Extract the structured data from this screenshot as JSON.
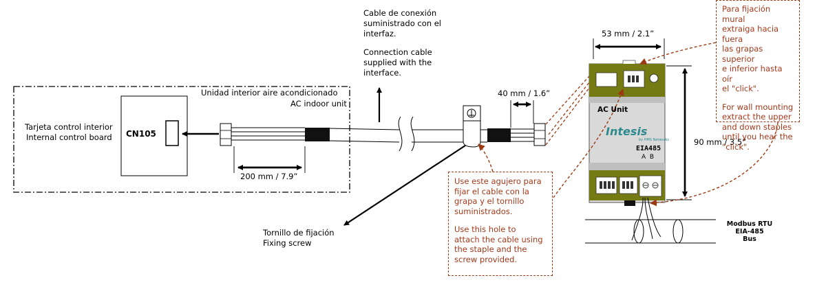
{
  "colors": {
    "annotation": "#a3391a",
    "device_body": "#d9d9d9",
    "device_band": "#767a13",
    "brand": "#2e8a8c"
  },
  "indoor_unit": {
    "title_es": "Unidad interior aire acondicionado",
    "title_en": "AC indoor unit",
    "board_es": "Tarjeta control interior",
    "board_en": "Internal control board",
    "connector": "CN105"
  },
  "cable": {
    "label_es_1": "Cable de conexión",
    "label_es_2": "suministrado con el",
    "label_es_3": "interfaz.",
    "label_en_1": "Connection cable",
    "label_en_2": "supplied with the",
    "label_en_3": "interface."
  },
  "dimensions": {
    "cable_200": "200 mm / 7.9”",
    "cable_40": "40 mm / 1.6”",
    "width_53": "53 mm / 2.1”",
    "height_90": "90 mm / 3.5”"
  },
  "screw": {
    "label_es": "Tornillo de fijación",
    "label_en": "Fixing screw"
  },
  "callout_hole": {
    "es_1": "Use este agujero para",
    "es_2": "fijar el cable con la",
    "es_3": "grapa y el tornillo",
    "es_4": "suministrados.",
    "en_1": "Use this hole to",
    "en_2": "attach the cable using",
    "en_3": "the staple and the",
    "en_4": "screw provided."
  },
  "callout_wall": {
    "es_1": "Para fijación mural",
    "es_2": "extraiga hacia fuera",
    "es_3": "las grapas superior",
    "es_4": "e inferior hasta oír",
    "es_5": "el \"click\".",
    "en_1": "For wall mounting",
    "en_2": "extract the upper",
    "en_3": "and down staples",
    "en_4": "until you hear the",
    "en_5": "\"click\"."
  },
  "device": {
    "label": "AC Unit",
    "brand": "Intesis",
    "brand_tag": "by HMS Networks",
    "model": "EIA485",
    "terminals": "A  B"
  },
  "bus": {
    "line_1": "Modbus RTU",
    "line_2": "EIA-485",
    "line_3": "Bus"
  }
}
